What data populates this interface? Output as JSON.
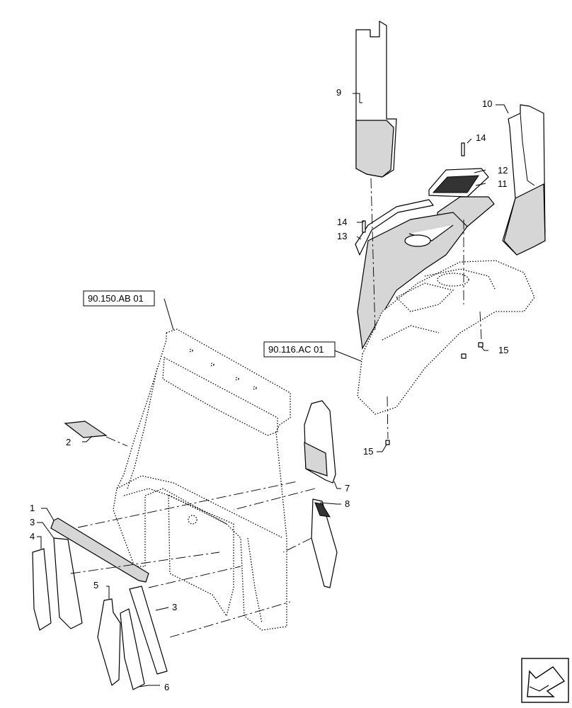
{
  "references": [
    {
      "id": "ref-cab",
      "text": "90.150.AB 01"
    },
    {
      "id": "ref-console",
      "text": "90.116.AC 01"
    }
  ],
  "callouts": {
    "c1": "1",
    "c2": "2",
    "c3a": "3",
    "c3b": "3",
    "c4": "4",
    "c5": "5",
    "c6": "6",
    "c7": "7",
    "c8": "8",
    "c9": "9",
    "c10": "10",
    "c11": "11",
    "c12": "12",
    "c13": "13",
    "c14a": "14",
    "c14b": "14",
    "c15a": "15",
    "c15b": "15"
  },
  "nav_icon": "arrow-icon"
}
